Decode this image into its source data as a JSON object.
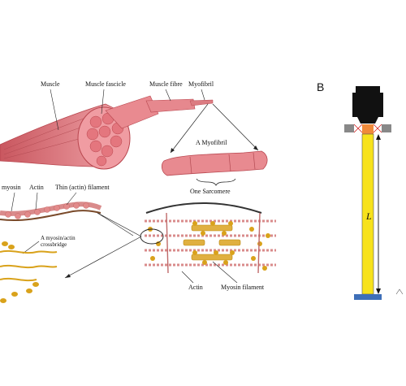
{
  "left_panel": {
    "labels": {
      "muscle": "Muscle",
      "muscle_fascicle": "Muscle fascicle",
      "muscle_fibre": "Muscle fibre",
      "myofibril": "Myofibril",
      "a_myofibril": "A Myofibril",
      "one_sarcomere": "One Sarcomere",
      "myosin": "myosin",
      "actin_top": "Actin",
      "thin_filament": "Thin (actin) filament",
      "crossbridge_line1": "A myosin/actin",
      "crossbridge_line2": "crossbridge",
      "actin_bottom": "Actin",
      "myosin_filament": "Myosin filament"
    },
    "colors": {
      "muscle_pink": "#e8838a",
      "muscle_dark": "#c9575f",
      "myosin_gold": "#d9a21b",
      "actin_pink": "#d97b7b"
    }
  },
  "right_panel": {
    "panel_letter": "B",
    "length_symbol": "L",
    "colors": {
      "rod_yellow": "#f7e21c",
      "cap_black": "#111111",
      "base_blue": "#3e6fb8",
      "clamp_gray": "#888888",
      "tip_orange": "#f08a3a"
    }
  }
}
